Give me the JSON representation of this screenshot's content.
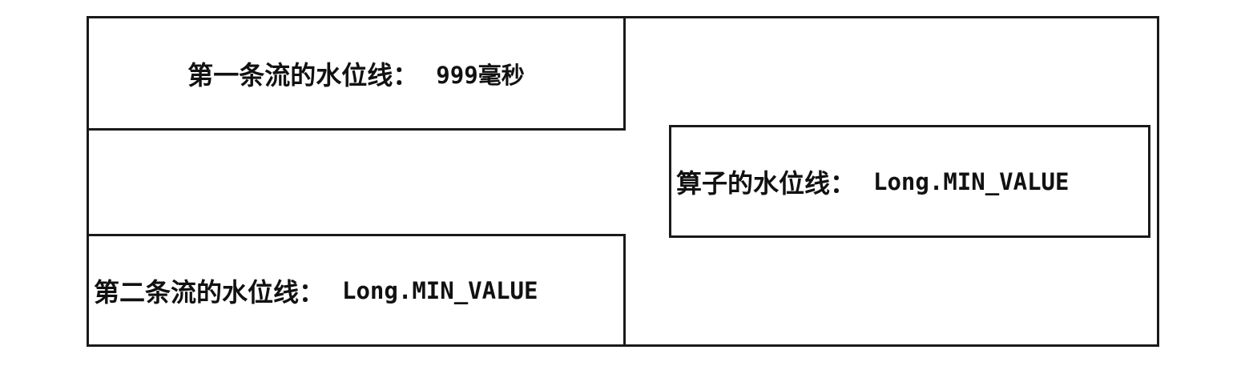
{
  "stream1": {
    "label": "第一条流的水位线：",
    "value_num": "999",
    "value_unit": "毫秒"
  },
  "stream2": {
    "label": "第二条流的水位线：",
    "value": "Long.MIN_VALUE"
  },
  "operator": {
    "label": "算子的水位线：",
    "value": "Long.MIN_VALUE"
  }
}
